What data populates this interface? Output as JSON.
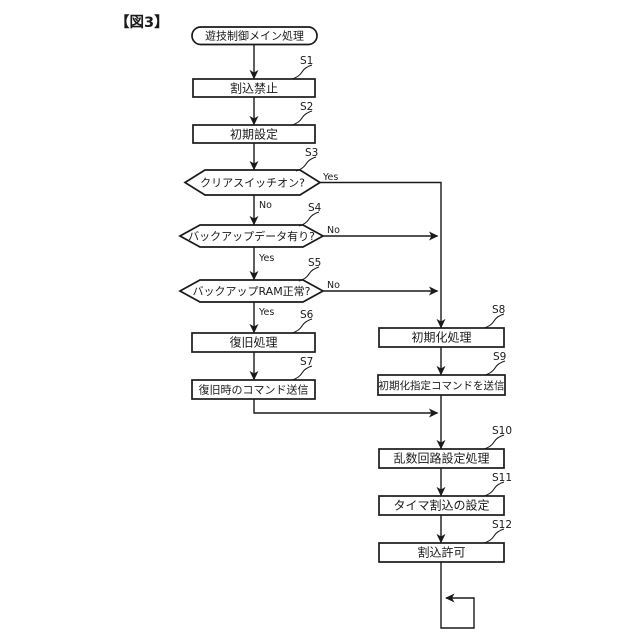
{
  "title": "【図3】",
  "colors": {
    "ink": "#1a1a1a",
    "background": "#ffffff"
  },
  "nodes": {
    "start": {
      "label": "遊技制御メイン処理"
    },
    "s1": {
      "tag": "S1",
      "label": "割込禁止"
    },
    "s2": {
      "tag": "S2",
      "label": "初期設定"
    },
    "s3": {
      "tag": "S3",
      "label": "クリアスイッチオン?",
      "yes": "Yes",
      "no": "No"
    },
    "s4": {
      "tag": "S4",
      "label": "バックアップデータ有り?",
      "yes": "Yes",
      "no": "No"
    },
    "s5": {
      "tag": "S5",
      "label": "バックアップRAM正常?",
      "yes": "Yes",
      "no": "No"
    },
    "s6": {
      "tag": "S6",
      "label": "復旧処理"
    },
    "s7": {
      "tag": "S7",
      "label": "復旧時のコマンド送信"
    },
    "s8": {
      "tag": "S8",
      "label": "初期化処理"
    },
    "s9": {
      "tag": "S9",
      "label": "初期化指定コマンドを送信"
    },
    "s10": {
      "tag": "S10",
      "label": "乱数回路設定処理"
    },
    "s11": {
      "tag": "S11",
      "label": "タイマ割込の設定"
    },
    "s12": {
      "tag": "S12",
      "label": "割込許可"
    }
  }
}
